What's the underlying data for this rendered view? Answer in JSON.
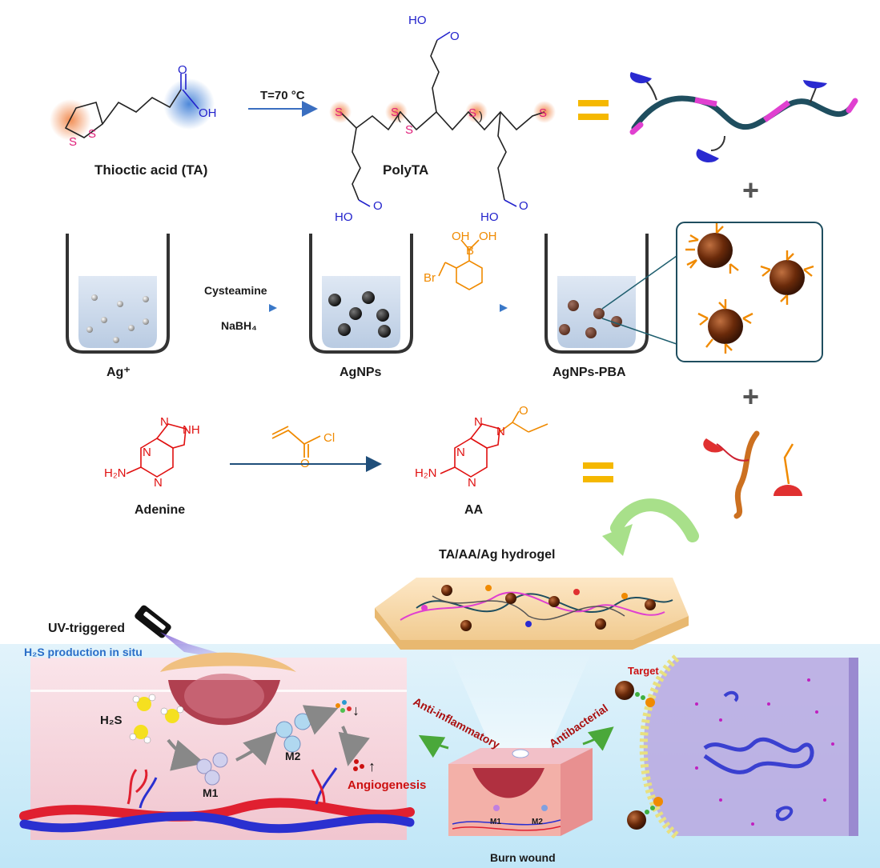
{
  "labels": {
    "ta": "Thioctic acid (TA)",
    "polyta": "PolyTA",
    "temp": "T=70 °C",
    "ag_ion": "Ag⁺",
    "agnps": "AgNPs",
    "agnps_pba": "AgNPs-PBA",
    "cysteamine": "Cysteamine",
    "nabh4": "NaBH₄",
    "adenine": "Adenine",
    "aa": "AA",
    "hydrogel": "TA/AA/Ag hydrogel",
    "uv": "UV-triggered",
    "h2s_insitu": "H₂S production in situ",
    "h2s": "H₂S",
    "m1": "M1",
    "m2": "M2",
    "angiogenesis": "Angiogenesis",
    "anti_inflammatory": "Anti-inflammatory",
    "antibacterial": "Antibacterial",
    "target": "Target",
    "burn_wound": "Burn wound",
    "wound_m1": "M1",
    "wound_m2": "M2"
  },
  "chem": {
    "oh": "OH",
    "o": "O",
    "s": "S",
    "ho": "HO",
    "br": "Br",
    "b": "B",
    "cl": "Cl",
    "n": "N",
    "nh": "NH",
    "h2n": "H₂N",
    "paren_open": "(",
    "paren_close": ")",
    "plus": "+",
    "down": "↓",
    "up": "↑"
  },
  "colors": {
    "hydroxyl_glow": "#3a7bd5",
    "sulfur_glow": "#f08040",
    "equals": "#f5b800",
    "chain": "#1f4e5f",
    "chain_pink": "#e040d0",
    "cup_blue": "#2a2ad0",
    "ag_particle": "#7a3a12",
    "pba_orange": "#f08a00",
    "adenine_red": "#e01010",
    "label_red": "#cc1010",
    "arrow_green": "#a8e08a",
    "bacteria_purple": "#b8a8e0"
  }
}
